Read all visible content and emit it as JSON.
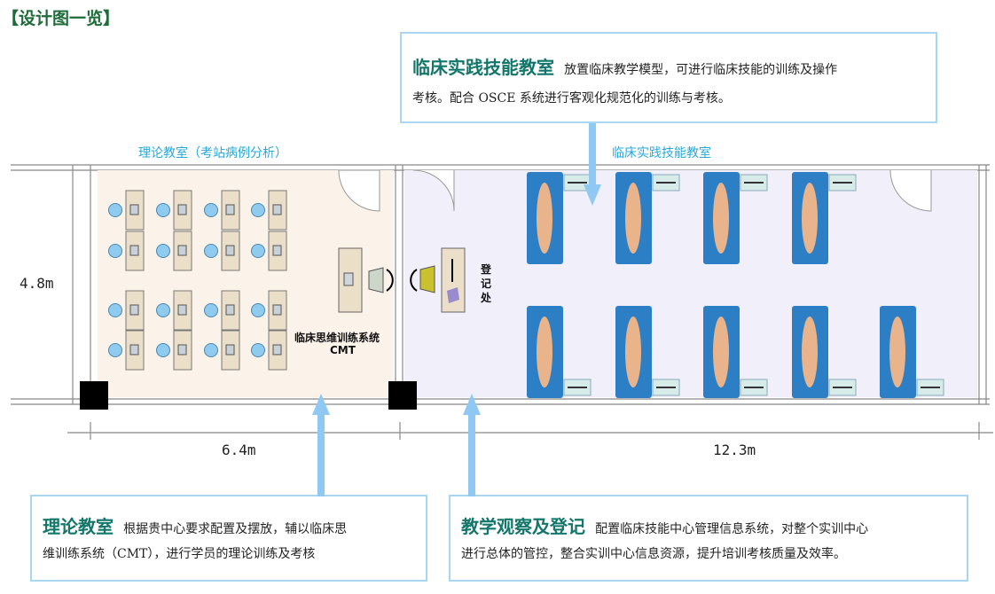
{
  "page_title": "【设计图一览】",
  "callouts": {
    "skills": {
      "heading": "临床实践技能教室",
      "line1": "放置临床教学模型，可进行临床技能的训练及操作",
      "line2": "考核。配合 OSCE 系统进行客观化规范化的训练与考核。"
    },
    "theory": {
      "heading": "理论教室",
      "line1": "根据贵中心要求配置及摆放，辅以临床思",
      "line2": "维训练系统（CMT），进行学员的理论训练及考核"
    },
    "observation": {
      "heading": "教学观察及登记",
      "line1": "配置临床技能中心管理信息系统，对整个实训中心",
      "line2": "进行总体的管控，整合实训中心信息资源，提升培训考核质量及效率。"
    }
  },
  "rooms": {
    "theory_label": "理论教室（考站病例分析）",
    "skills_label": "临床实践技能教室"
  },
  "labels": {
    "cmt_line1": "临床思维训练系统",
    "cmt_line2": "CMT",
    "reception": "登记处"
  },
  "dimensions": {
    "height": "4.8m",
    "theory_width": "6.4m",
    "skills_width": "12.3m"
  },
  "colors": {
    "title_green": "#1f6b3a",
    "heading_teal": "#13766a",
    "label_blue": "#26a9d8",
    "callout_border": "#a9d6f0",
    "theory_floor": "#fbf3ea",
    "skills_floor": "#f1effa",
    "bed_blue": "#2d7fc5",
    "arrow_blue": "#8fc8f2"
  }
}
